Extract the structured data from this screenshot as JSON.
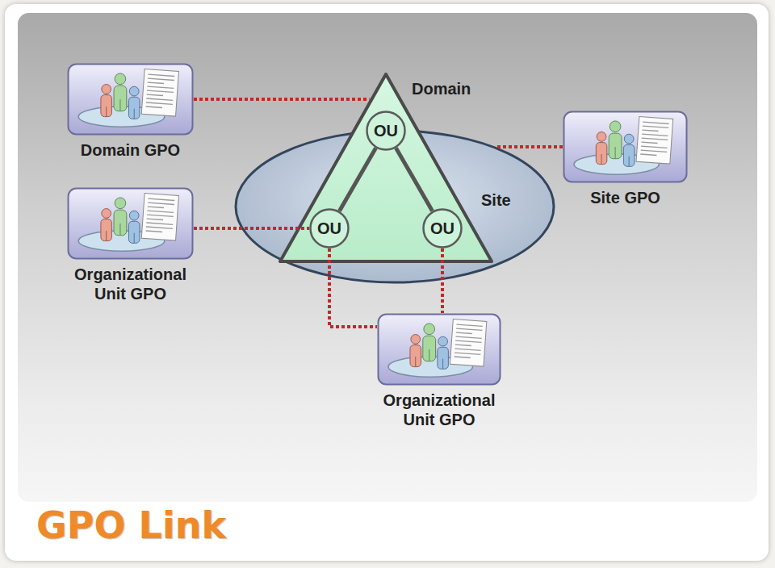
{
  "diagram": {
    "title": "GPO Link",
    "nodes": [
      {
        "text": [
          "Site"
        ]
      },
      {
        "text": [
          "Domain"
        ],
        "in": 0
      },
      {
        "text": [
          "OU"
        ],
        "in": 1
      },
      {
        "text": [
          "OU"
        ],
        "in": 1
      },
      {
        "text": [
          "OU"
        ],
        "in": 1
      },
      {
        "text": [
          "Domain GPO"
        ]
      },
      {
        "text": [
          "Organizational Unit GPO"
        ]
      },
      {
        "text": [
          "Site GPO"
        ]
      },
      {
        "text": [
          "Organizational Unit GPO"
        ]
      }
    ],
    "edges": [
      {
        "from": 2,
        "to": 3,
        "arrow": "none"
      },
      {
        "from": 2,
        "to": 4,
        "arrow": "none"
      },
      {
        "from": 5,
        "to": 1,
        "arrow": "none"
      },
      {
        "from": 6,
        "to": 3,
        "arrow": "none"
      },
      {
        "from": 7,
        "to": 0,
        "arrow": "none"
      },
      {
        "from": 3,
        "to": 8,
        "arrow": "none"
      },
      {
        "from": 4,
        "to": 8,
        "arrow": "none"
      }
    ]
  }
}
